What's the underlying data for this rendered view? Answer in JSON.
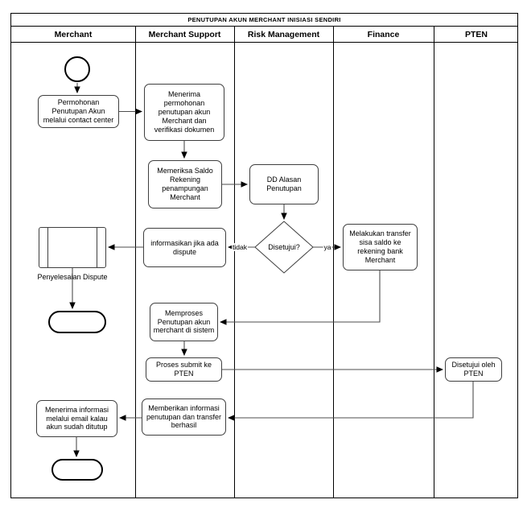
{
  "title": "PENUTUPAN AKUN MERCHANT INISIASI SENDIRI",
  "lanes": [
    {
      "label": "Merchant"
    },
    {
      "label": "Merchant Support"
    },
    {
      "label": "Risk Management"
    },
    {
      "label": "Finance"
    },
    {
      "label": "PTEN"
    }
  ],
  "nodes": {
    "permohonan": "Permohonan Penutupan Akun melalui contact center",
    "menerima_permohonan": "Menerima permohonan penutupan akun Merchant dan verifikasi dokumen",
    "memeriksa_saldo": "Memeriksa Saldo Rekening penampungan Merchant",
    "dd_alasan": "DD Alasan Penutupan",
    "disetujui_decision": "Disetujui?",
    "melakukan_transfer": "Melakukan transfer sisa saldo ke rekening bank Merchant",
    "informasikan_dispute": "informasikan jika ada dispute",
    "penyelesaian_dispute": "Penyelesaian Dispute",
    "memproses_penutupan": "Memproses Penutupan akun merchant di sistem",
    "proses_submit": "Proses submit ke PTEN",
    "disetujui_pten": "Disetujui oleh PTEN",
    "memberikan_informasi": "Memberikan informasi penutupan dan transfer berhasil",
    "menerima_informasi": "Menerima informasi melalui email kalau akun sudah ditutup"
  },
  "edge_labels": {
    "no": "tidak",
    "yes": "ya"
  },
  "colors": {
    "background": "#ffffff",
    "text": "#000000",
    "node_border": "#3f3f3f",
    "grid_line": "#000000",
    "connector": "#4d4d4d",
    "arrowhead": "#000000"
  }
}
